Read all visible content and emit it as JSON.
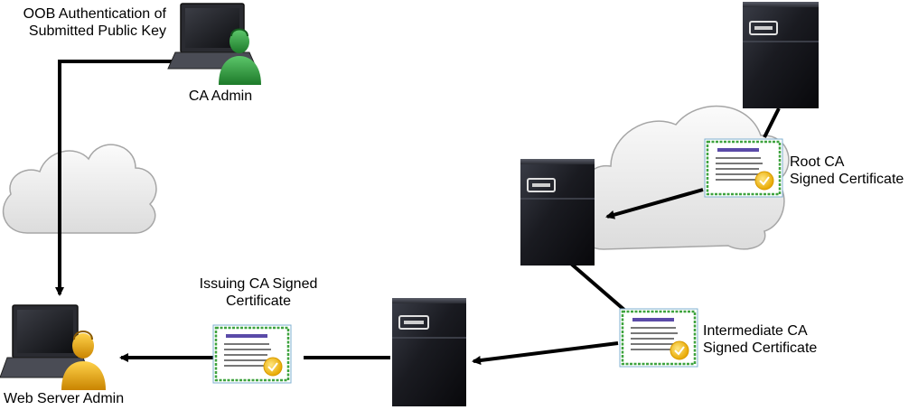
{
  "labels": {
    "oob_line1": "OOB Authentication of",
    "oob_line2": "Submitted Public Key",
    "ca_admin": "CA Admin",
    "root_ca_line1": "Root CA",
    "root_ca_line2": "Signed Certificate",
    "issuing_line1": "Issuing CA Signed",
    "issuing_line2": "Certificate",
    "intermediate_line1": "Intermediate CA",
    "intermediate_line2": "Signed Certificate",
    "web_admin": "Web Server Admin"
  },
  "colors": {
    "arrow": "#000000",
    "cloud_fill": "#ececec",
    "cloud_stroke": "#a9a9a9",
    "server_dark": "#15161b",
    "certificate_border": "#3ea33e",
    "certificate_title": "#5a4aa8",
    "seal": "#f2c10e",
    "ca_admin_person": "#2e9a36",
    "web_admin_person": "#e9a81a"
  }
}
